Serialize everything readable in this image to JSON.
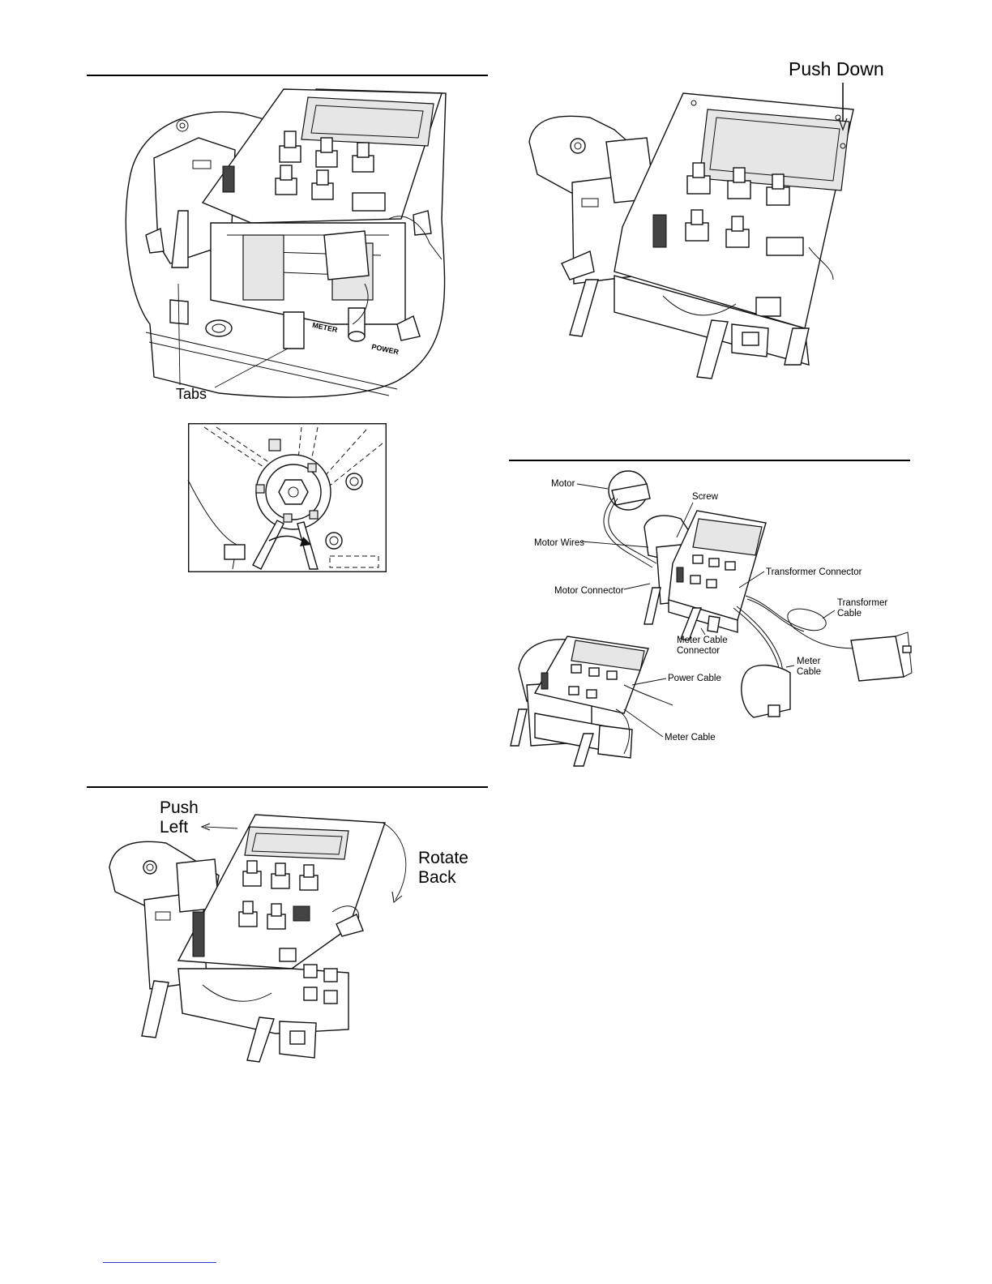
{
  "figure_tabs": {
    "tabs_label": "Tabs",
    "meter_mark": "METER",
    "power_mark": "POWER"
  },
  "figure_push_down": {
    "push_down_label": "Push Down"
  },
  "figure_rotate": {
    "push_left_label": "Push\nLeft",
    "rotate_back_label": "Rotate\nBack"
  },
  "figure_cables": {
    "motor": "Motor",
    "screw": "Screw",
    "motor_wires": "Motor Wires",
    "transformer_connector": "Transformer Connector",
    "motor_connector": "Motor Connector",
    "transformer_cable": "Transformer\nCable",
    "meter_cable_connector": "Meter Cable\nConnector",
    "meter_cable_right": "Meter\nCable",
    "power_cable": "Power Cable",
    "meter_cable_bottom": "Meter Cable"
  }
}
